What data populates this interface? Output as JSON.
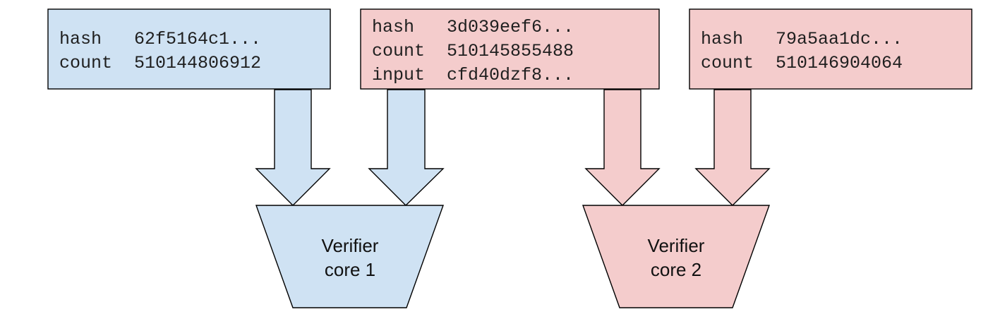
{
  "colors": {
    "blue_fill": "#cfe2f3",
    "pink_fill": "#f4cccc",
    "stroke": "#000000"
  },
  "boxes": [
    {
      "theme": "blue",
      "lines": [
        {
          "key": "hash",
          "value": "62f5164c1..."
        },
        {
          "key": "count",
          "value": "510144806912"
        }
      ]
    },
    {
      "theme": "pink",
      "lines": [
        {
          "key": "hash",
          "value": "3d039eef6..."
        },
        {
          "key": "count",
          "value": "510145855488"
        },
        {
          "key": "input",
          "value": "cfd40dzf8..."
        }
      ]
    },
    {
      "theme": "pink",
      "lines": [
        {
          "key": "hash",
          "value": "79a5aa1dc..."
        },
        {
          "key": "count",
          "value": "510146904064"
        }
      ]
    }
  ],
  "arrows": [
    {
      "from_box": 0,
      "to_core": 0,
      "theme": "blue"
    },
    {
      "from_box": 1,
      "to_core": 0,
      "theme": "blue"
    },
    {
      "from_box": 1,
      "to_core": 1,
      "theme": "pink"
    },
    {
      "from_box": 2,
      "to_core": 1,
      "theme": "pink"
    }
  ],
  "cores": [
    {
      "theme": "blue",
      "line1": "Verifier",
      "line2": "core 1"
    },
    {
      "theme": "pink",
      "line1": "Verifier",
      "line2": "core 2"
    }
  ]
}
